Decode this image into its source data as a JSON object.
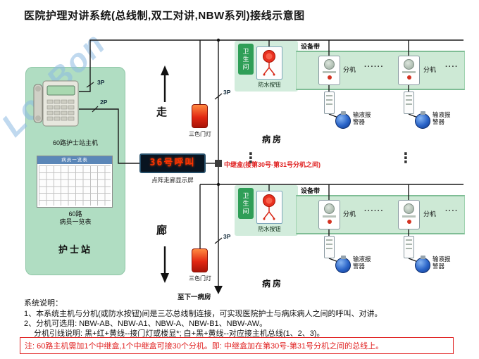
{
  "title": "医院护理对讲系统(总线制,双工对讲,NBW系列)接线示意图",
  "watermark": "LonBon",
  "nurse_station": {
    "host_label": "60路护士站主机",
    "list_header": "病员一览表",
    "list_label_line1": "60路",
    "list_label_line2": "病员一览表",
    "station_label": "护士站"
  },
  "corridor": {
    "upper": "走",
    "lower": "廊"
  },
  "display": {
    "text": "36号呼叫",
    "caption": "点阵走廊显示屏"
  },
  "relay_box_label": "中继盒(接第30号-第31号分机之间)",
  "to_next_ward": "至下一病房",
  "ellipsis": "⋮",
  "wires": {
    "host_line1": "3P",
    "host_line2": "2P",
    "bus_ward1": "3P",
    "bus_ward2": "3P"
  },
  "wards": [
    {
      "bathroom": "卫生间",
      "waterproof_button": "防水按钮",
      "equipment_band": "设备带",
      "extension_a": "分机",
      "extension_b": "分机",
      "dots_mid": "······",
      "dots_end": "····",
      "infusion_alarm_a": "输液报警器",
      "infusion_alarm_b": "输液报警器",
      "door_light": "三色门灯",
      "room": "病房"
    },
    {
      "bathroom": "卫生间",
      "waterproof_button": "防水按钮",
      "equipment_band": "设备带",
      "extension_a": "分机",
      "extension_b": "分机",
      "dots_mid": "······",
      "dots_end": "····",
      "infusion_alarm_a": "输液报警器",
      "infusion_alarm_b": "输液报警器",
      "door_light": "三色门灯",
      "room": "病房"
    }
  ],
  "notes": {
    "heading": "系统说明：",
    "line1": "1、本系统主机与分机(或防水按钮)间是三芯总线制连接，可实现医院护士与病床病人之间的呼叫、对讲。",
    "line2": "2、分机可选用: NBW-AB、NBW-A1、NBW-A、NBW-B1、NBW-AW。",
    "line3": "分机引线说明: 黑+红+黄线--接门灯或楼显*; 白+黑+黄线--对应接主机总线(1、2、3)。",
    "warning": "注: 60路主机需加1个中继盒,1个中继盒可接30个分机。即: 中继盒加在第30号-第31号分机之间的总线上。"
  },
  "colors": {
    "accent_red": "#e02020",
    "panel_green": "#b0ddc2",
    "band_green": "#cde9d5",
    "led_red": "#ff3200",
    "alarm_blue": "#2a64c8"
  }
}
